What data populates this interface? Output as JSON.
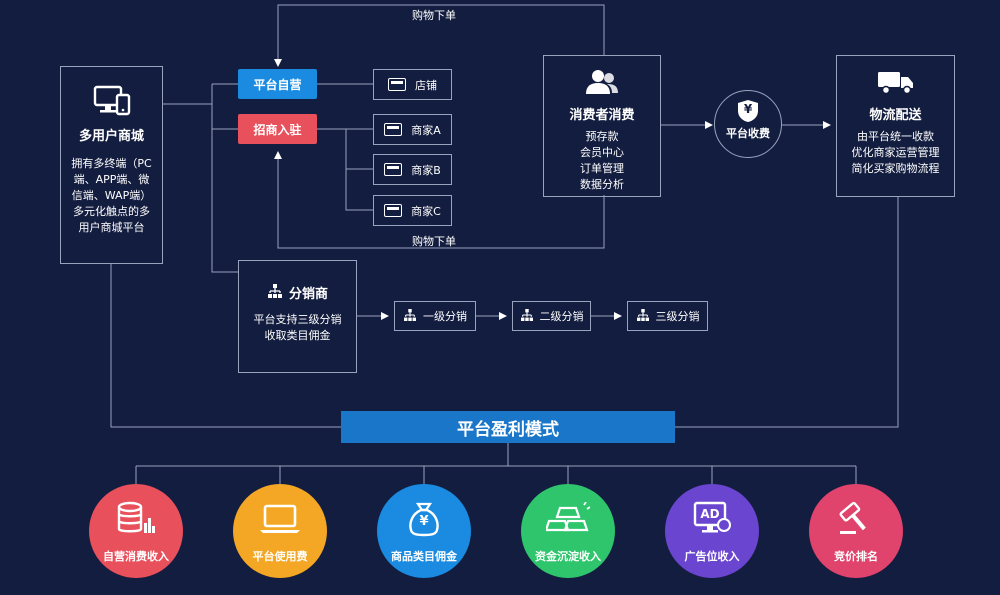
{
  "top_label": "购物下单",
  "bottom_label": "购物下单",
  "mall": {
    "title": "多用户商城",
    "desc_lines": [
      "拥有多终端（PC",
      "端、APP端、微",
      "信端、WAP端）",
      "多元化触点的多",
      "用户商城平台"
    ],
    "icon": "devices-icon"
  },
  "self_tag": "平台自营",
  "merchant_tag": "招商入驻",
  "stores": [
    "店铺",
    "商家A",
    "商家B",
    "商家C"
  ],
  "consumer": {
    "title": "消费者消费",
    "lines": [
      "预存款",
      "会员中心",
      "订单管理",
      "数据分析"
    ],
    "icon": "users-icon"
  },
  "fee": {
    "label": "平台收费",
    "icon_glyph": "¥"
  },
  "logistics": {
    "title": "物流配送",
    "lines": [
      "由平台统一收款",
      "优化商家运营管理",
      "简化买家购物流程"
    ],
    "icon": "truck-icon"
  },
  "distributor": {
    "title": "分销商",
    "lines": [
      "平台支持三级分销",
      "收取类目佣金"
    ],
    "icon": "hierarchy-icon"
  },
  "levels": [
    "一级分销",
    "二级分销",
    "三级分销"
  ],
  "profit_title": "平台盈利模式",
  "profits": [
    {
      "label": "自营消费收入",
      "color": "#e8505b",
      "icon": "database-chart-icon"
    },
    {
      "label": "平台使用费",
      "color": "#f3a724",
      "icon": "laptop-icon"
    },
    {
      "label": "商品类目佣金",
      "color": "#1a8be0",
      "icon": "money-bag-icon"
    },
    {
      "label": "资金沉淀收入",
      "color": "#2ec56c",
      "icon": "gold-bars-icon"
    },
    {
      "label": "广告位收入",
      "color": "#6a45d0",
      "icon": "ad-monitor-icon"
    },
    {
      "label": "竞价排名",
      "color": "#e0436c",
      "icon": "gavel-icon"
    }
  ],
  "colors": {
    "background": "#131d3f",
    "line": "#9aa3bd",
    "blue_tag": "#1a8be0",
    "red_tag": "#e8505b",
    "bar": "#1976c9"
  },
  "ad_text": "AD",
  "bag_glyph": "¥"
}
